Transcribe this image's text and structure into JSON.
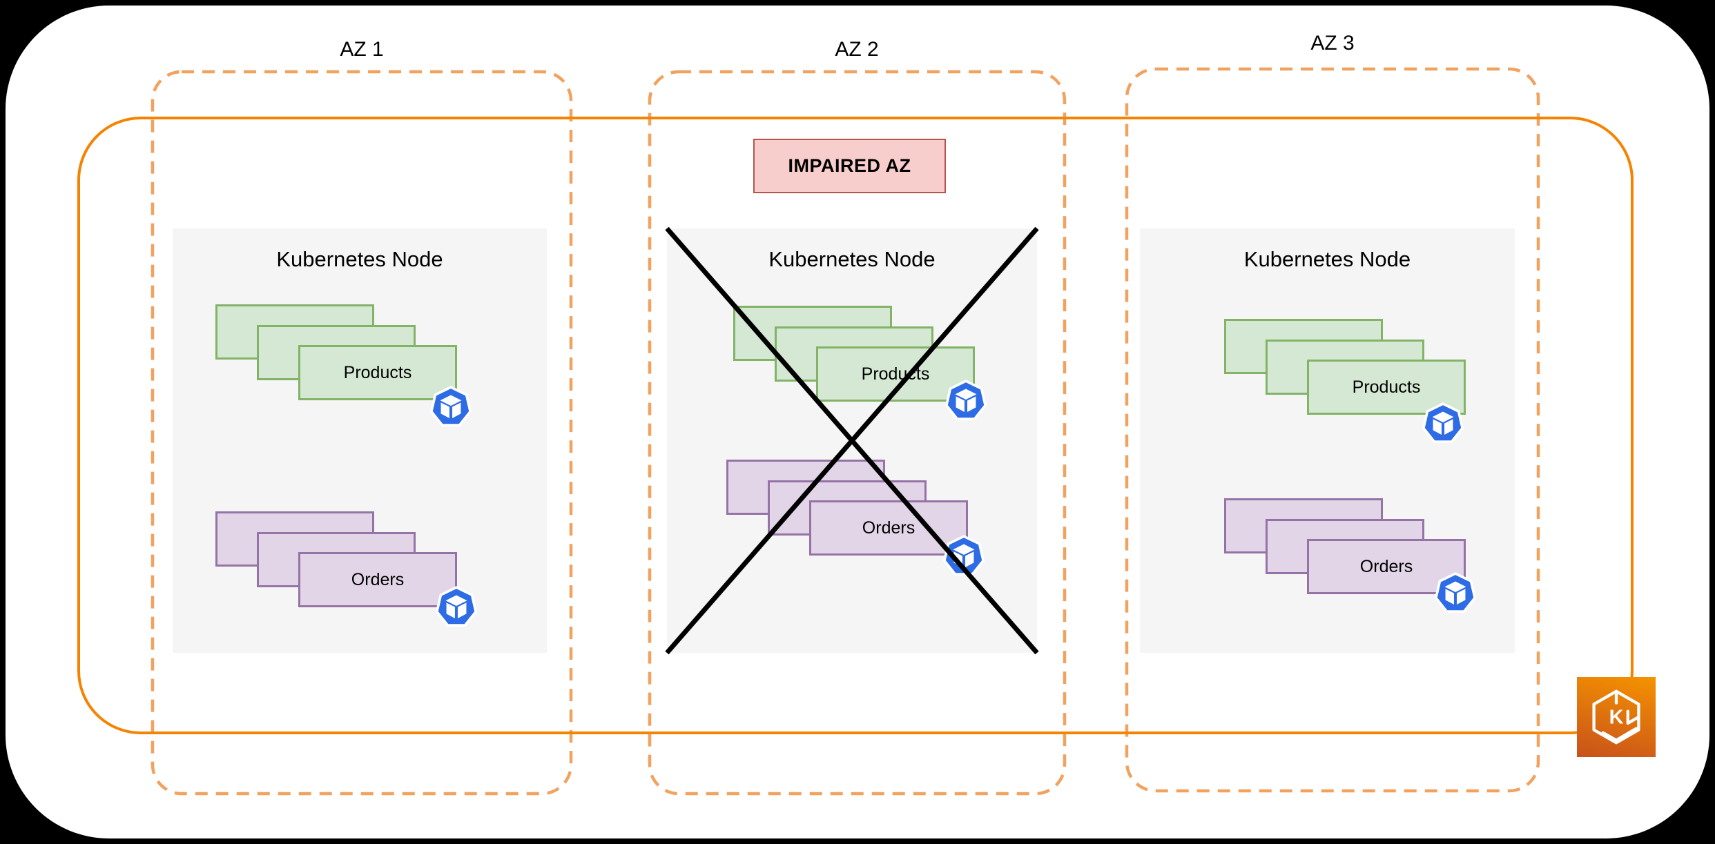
{
  "availability_zones": [
    {
      "label": "AZ 1",
      "status": "healthy",
      "node": {
        "title": "Kubernetes Node",
        "workloads": [
          {
            "name": "Products",
            "replicas": 3
          },
          {
            "name": "Orders",
            "replicas": 3
          }
        ]
      }
    },
    {
      "label": "AZ 2",
      "status": "impaired",
      "badge": "IMPAIRED AZ",
      "crossed_out": true,
      "node": {
        "title": "Kubernetes Node",
        "workloads": [
          {
            "name": "Products",
            "replicas": 3
          },
          {
            "name": "Orders",
            "replicas": 3
          }
        ]
      }
    },
    {
      "label": "AZ 3",
      "status": "healthy",
      "node": {
        "title": "Kubernetes Node",
        "workloads": [
          {
            "name": "Products",
            "replicas": 3
          },
          {
            "name": "Orders",
            "replicas": 3
          }
        ]
      }
    }
  ],
  "icons": {
    "pod": "kubernetes-pod-icon",
    "eks": "amazon-eks-icon",
    "eks_letter": "K"
  },
  "colors": {
    "cluster_boundary_orange": "#F58300",
    "az_boundary_orange": "#F2A25F",
    "products_fill": "#d5e8d4",
    "products_border": "#82b366",
    "orders_fill": "#e1d5e7",
    "orders_border": "#9673a6",
    "impaired_badge_fill": "#f8cecc",
    "impaired_badge_border": "#b85450",
    "node_fill": "#f5f5f5",
    "pod_blue": "#2E6CE6",
    "cross_black": "#000000",
    "eks_gradient_start": "#F59300",
    "eks_gradient_end": "#C8511B"
  }
}
